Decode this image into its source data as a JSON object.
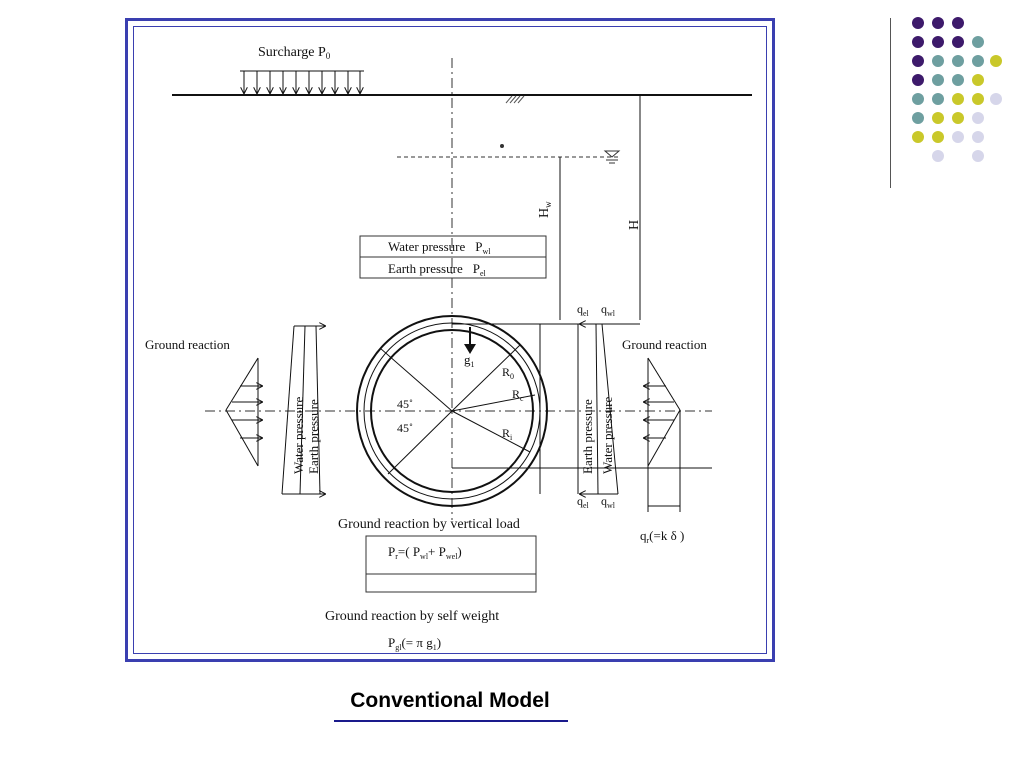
{
  "caption": "Conventional Model",
  "diagram": {
    "surcharge": "Surcharge P",
    "surcharge_sub": "0",
    "hw": "H",
    "hw_sub": "w",
    "h": "H",
    "table_row1": "Water pressure",
    "table_row1_sym": "P",
    "table_row1_sub": "wl",
    "table_row2": "Earth pressure",
    "table_row2_sym": "P",
    "table_row2_sub": "el",
    "qel_top": "q",
    "qel_top_sub": "el",
    "qwl_top": "q",
    "qwl_top_sub": "wl",
    "qel_bot": "q",
    "qel_bot_sub": "el",
    "qwl_bot": "q",
    "qwl_bot_sub": "wl",
    "ground_reaction_left": "Ground reaction",
    "ground_reaction_right": "Ground reaction",
    "water_pressure_left": "Water pressure",
    "earth_pressure_left": "Earth pressure",
    "earth_pressure_right": "Earth pressure",
    "water_pressure_right": "Water pressure",
    "g1": "g",
    "g1_sub": "1",
    "r0": "R",
    "r0_sub": "0",
    "rc": "R",
    "rc_sub": "c",
    "ri": "R",
    "ri_sub": "i",
    "angle1": "45˚",
    "angle2": "45˚",
    "qr": "q",
    "qr_sub": "r",
    "qr_rest": "(=k δ )",
    "gr_vertical": "Ground reaction by vertical load",
    "pr_formula": "P",
    "pr_sub": "r",
    "pr_rest1": "=( P",
    "pr_sub2": "wl",
    "pr_rest2": "+ P",
    "pr_sub3": "wel",
    "pr_rest3": ")",
    "gr_self": "Ground reaction by self weight",
    "pg_formula": "P",
    "pg_sub": "gl",
    "pg_rest1": "(= π g",
    "pg_sub2": "1",
    "pg_rest2": ")"
  },
  "colors": {
    "frame": "#3a3fb0",
    "purple": "#3d1a6b",
    "teal": "#6e9fa0",
    "yellow": "#c9c82a",
    "lavender": "#d6d6ea"
  }
}
